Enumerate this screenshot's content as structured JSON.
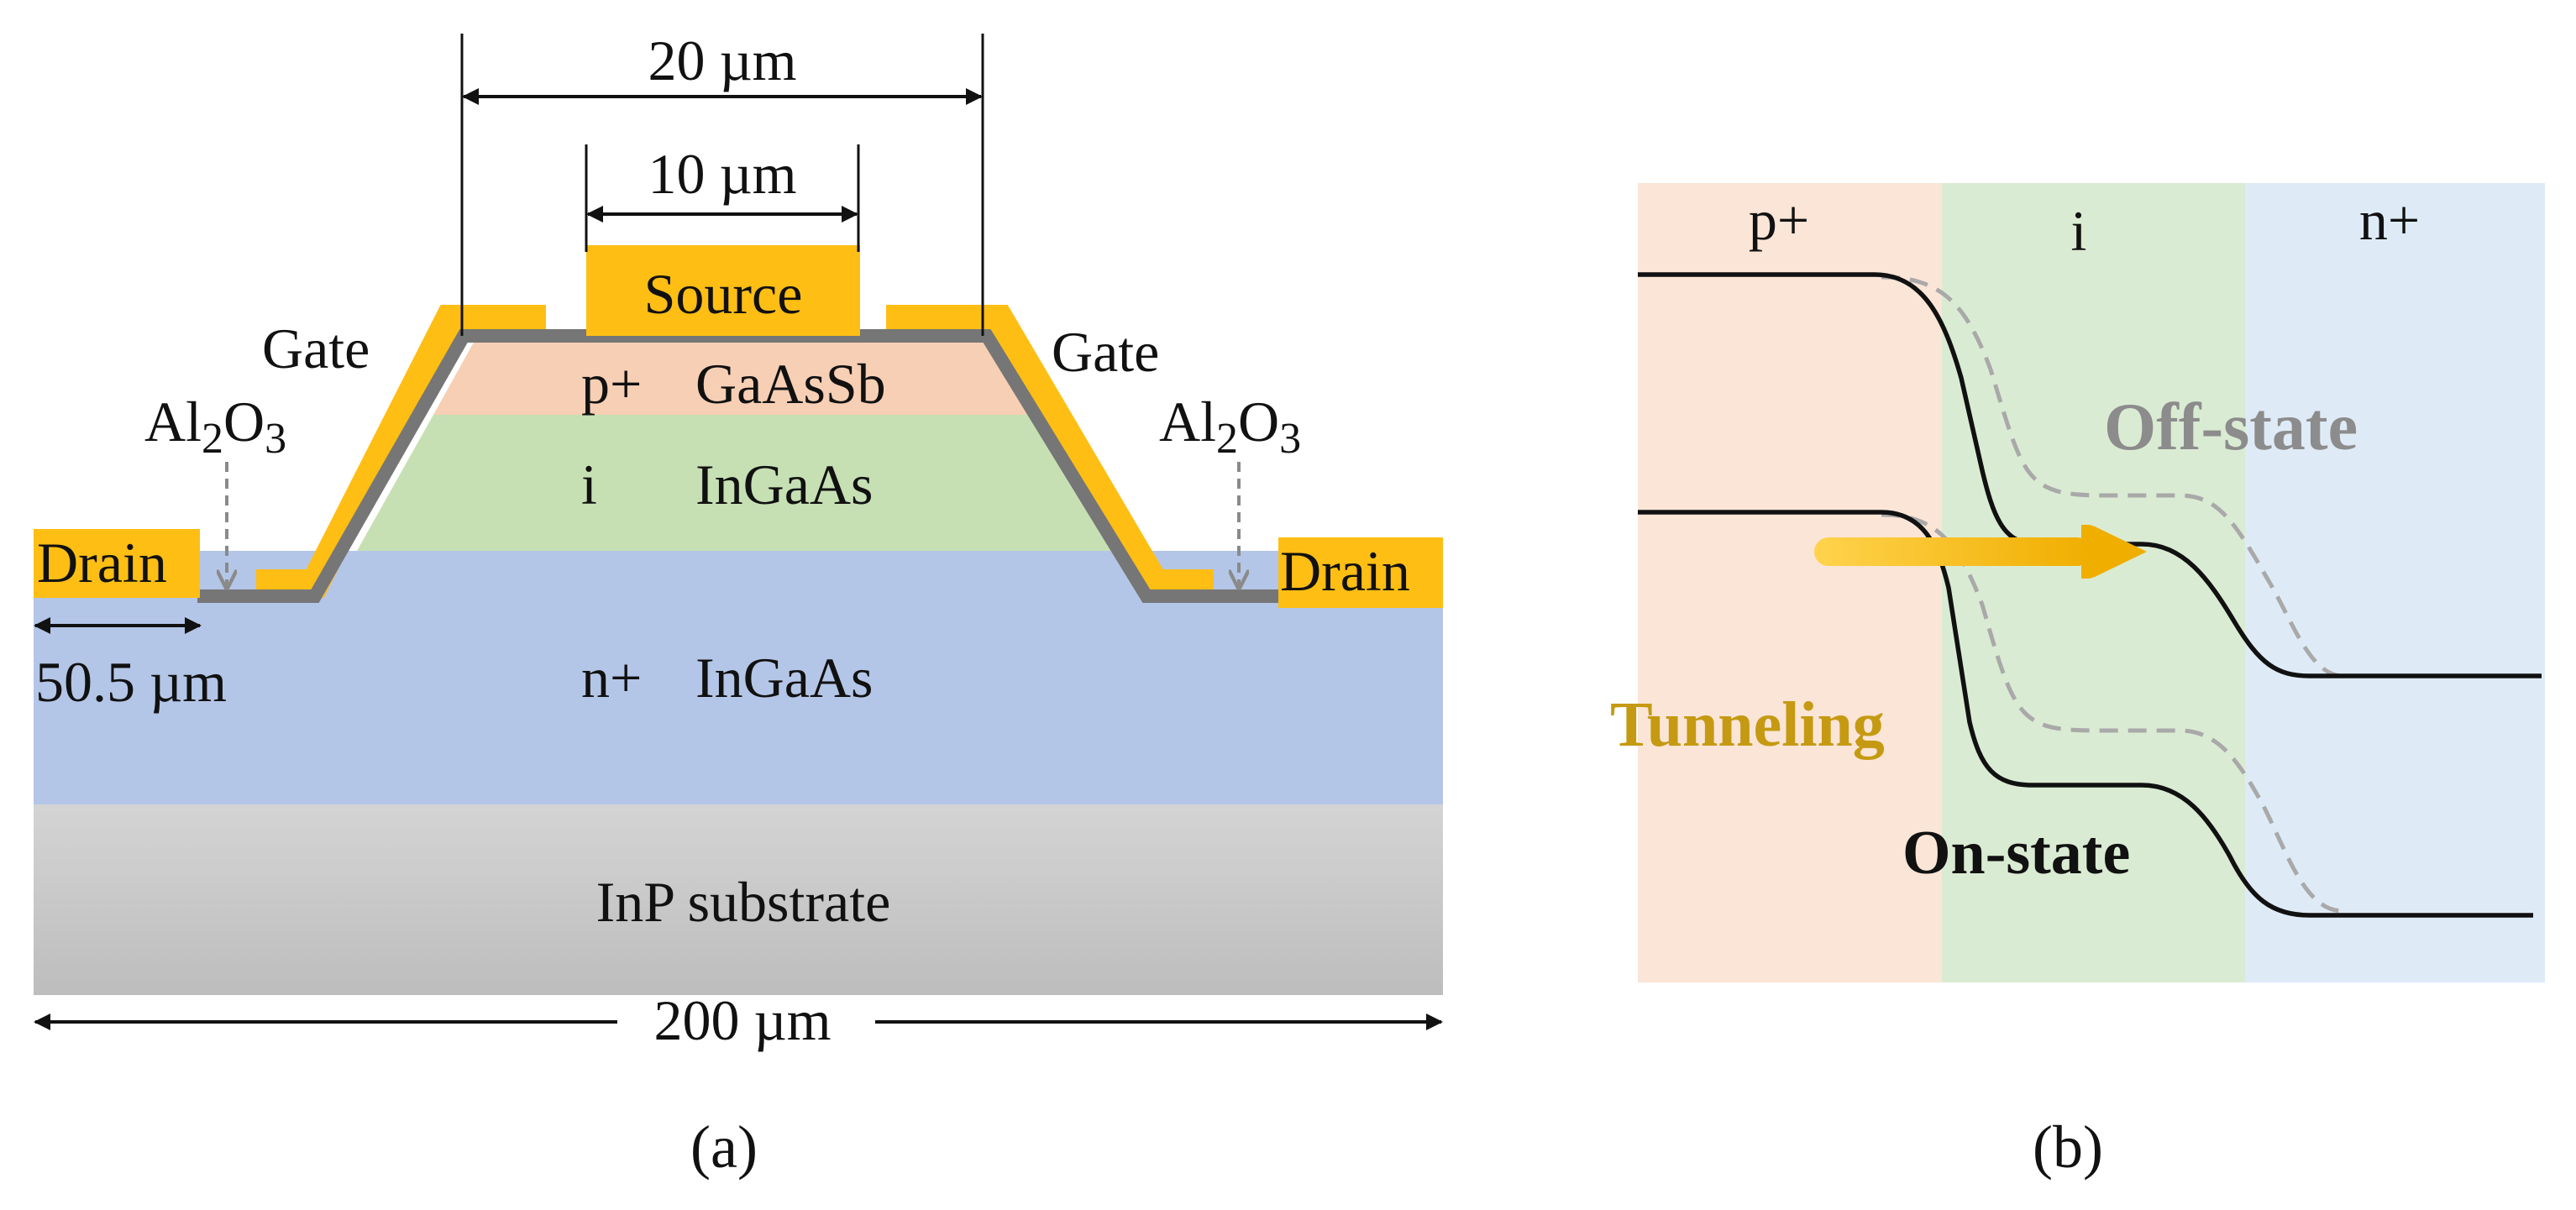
{
  "panel_a": {
    "caption": "(a)",
    "dimensions": {
      "top_width": "20 µm",
      "source_width": "10 µm",
      "drain_offset": "50.5 µm",
      "total_width": "200 µm"
    },
    "contacts": {
      "source": "Source",
      "gate_left": "Gate",
      "gate_right": "Gate",
      "drain_left": "Drain",
      "drain_right": "Drain"
    },
    "oxide": {
      "left": {
        "base": "Al",
        "sub1": "2",
        "mid": "O",
        "sub2": "3"
      },
      "right": {
        "base": "Al",
        "sub1": "2",
        "mid": "O",
        "sub2": "3"
      }
    },
    "layers": [
      {
        "doping": "p+",
        "material": "GaAsSb"
      },
      {
        "doping": "i",
        "material": "InGaAs"
      },
      {
        "doping": "n+",
        "material": "InGaAs"
      }
    ],
    "substrate": "InP substrate",
    "colors": {
      "metal": "#FFBE14",
      "oxide": "#767676",
      "p_layer": "#F7CFB4",
      "i_layer": "#C6E0B4",
      "n_layer": "#B4C6E7"
    }
  },
  "panel_b": {
    "caption": "(b)",
    "regions": [
      "p+",
      "i",
      "n+"
    ],
    "annotations": {
      "off_state": "Off-state",
      "tunneling": "Tunneling",
      "on_state": "On-state"
    },
    "colors": {
      "p_region": "#FBE5D6",
      "i_region": "#DAEBD3",
      "n_region": "#DEEBF7",
      "off_state": "#8C8C8C",
      "tunneling": "#C59A12",
      "arrow": "#F5B800"
    }
  }
}
